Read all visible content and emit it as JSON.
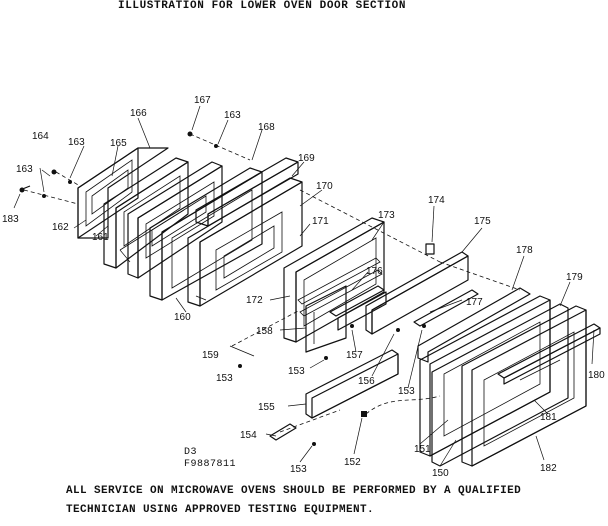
{
  "title": "ILLUSTRATION FOR LOWER OVEN DOOR SECTION",
  "codes": {
    "line1": "D3",
    "line2": "F9887811"
  },
  "footer": {
    "line1": "ALL SERVICE ON MICROWAVE OVENS SHOULD BE PERFORMED BY A QUALIFIED",
    "line2": "TECHNICIAN USING APPROVED TESTING EQUIPMENT."
  },
  "callouts": {
    "c150": "150",
    "c151": "151",
    "c152": "152",
    "c153a": "153",
    "c153b": "153",
    "c153c": "153",
    "c153d": "153",
    "c154": "154",
    "c155": "155",
    "c156": "156",
    "c157": "157",
    "c158": "158",
    "c159": "159",
    "c160": "160",
    "c161": "161",
    "c162": "162",
    "c163a": "163",
    "c163b": "163",
    "c163c": "163",
    "c164": "164",
    "c165": "165",
    "c166": "166",
    "c167": "167",
    "c168": "168",
    "c169": "169",
    "c170": "170",
    "c171": "171",
    "c172": "172",
    "c173": "173",
    "c174": "174",
    "c175": "175",
    "c176": "176",
    "c177": "177",
    "c178": "178",
    "c179": "179",
    "c180": "180",
    "c181": "181",
    "c182": "182",
    "c183": "183"
  }
}
